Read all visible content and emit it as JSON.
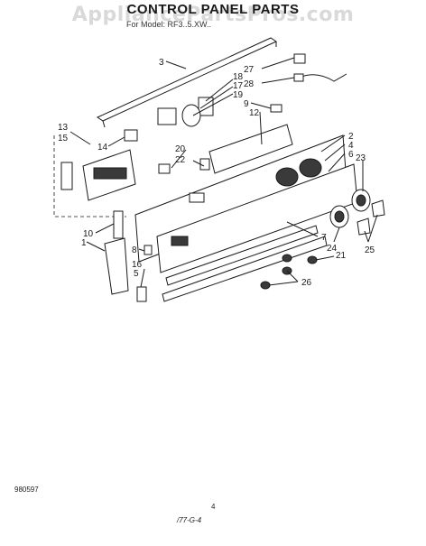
{
  "page": {
    "title": "CONTROL PANEL PARTS",
    "watermark": "AppliancePartsPros.com",
    "model_line": "For Model: RF3..5.XW..",
    "footer_left": "980597",
    "footer_page": "4",
    "footer_handwritten": "/77-G-4"
  },
  "callouts": [
    "1",
    "2",
    "3",
    "4",
    "5",
    "6",
    "7",
    "8",
    "9",
    "10",
    "12",
    "13",
    "14",
    "15",
    "16",
    "17",
    "18",
    "19",
    "20",
    "21",
    "22",
    "23",
    "24",
    "25",
    "26",
    "27",
    "28"
  ],
  "colors": {
    "ink": "#1a1a1a",
    "watermark": "#aaaaaa",
    "background": "#ffffff"
  }
}
